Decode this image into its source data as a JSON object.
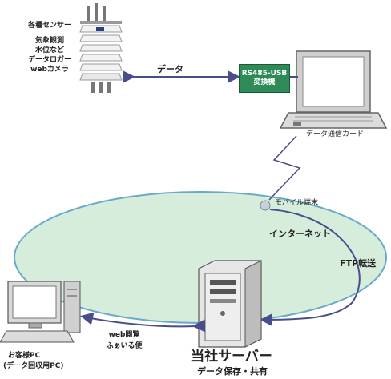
{
  "sensor": {
    "title": "各種センサー",
    "line1": "気象観測",
    "line2": "水位など",
    "line3": "データロガー",
    "line4": "webカメラ"
  },
  "data_link_label": "データ",
  "converter": {
    "line1": "RS485-USB",
    "line2": "変換機"
  },
  "data_card_label": "データ通信カード",
  "mobile_label": "モバイル端末",
  "internet_label": "インターネット",
  "ftp_label": "FTP転送",
  "web_label": {
    "line1": "web閲覧",
    "line2": "ふぁいる便"
  },
  "client": {
    "line1": "お客様PC",
    "line2": "(データ回収用PC)"
  },
  "server": {
    "title": "当社サーバー",
    "subtitle": "データ保存・共有"
  },
  "colors": {
    "cloud_fill": "#d7eddc",
    "cloud_stroke": "#6aa9c9",
    "arrow": "#4a4d8c",
    "converter": "#2e8b57"
  }
}
